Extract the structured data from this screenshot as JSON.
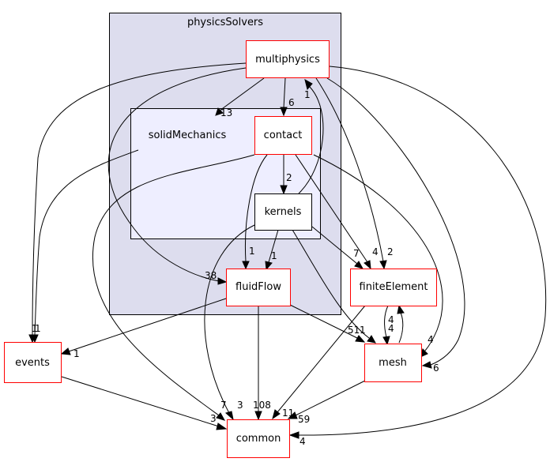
{
  "clusters": {
    "physics_solvers": {
      "label": "physicsSolvers"
    },
    "solid_mechanics": {
      "label": "solidMechanics"
    }
  },
  "nodes": {
    "multiphysics": "multiphysics",
    "contact": "contact",
    "kernels": "kernels",
    "fluid_flow": "fluidFlow",
    "finite_element": "finiteElement",
    "events": "events",
    "mesh": "mesh",
    "common": "common"
  },
  "edge_labels": {
    "multiphysics_to_solid": "13",
    "multiphysics_to_contact": "6",
    "kernels_to_multiphysics": "1",
    "contact_to_kernels": "2",
    "to_fluid_flow_38": "38",
    "contact_to_fluid_flow": "1",
    "kernels_to_fluid_flow": "1",
    "to_finite_element_7": "7",
    "to_finite_element_4": "4",
    "multiphysics_to_finite_element": "2",
    "to_events_1a": "1",
    "to_events_1b": "1",
    "fluid_flow_to_events": "1",
    "to_mesh_51": "51",
    "to_mesh_1": "1",
    "finite_element_to_mesh": "4",
    "mesh_to_finite_element": "4",
    "to_mesh_4": "4",
    "to_mesh_6": "6",
    "to_common_7": "7",
    "to_common_3a": "3",
    "fluid_flow_to_common": "108",
    "to_common_11": "11",
    "mesh_to_common": "59",
    "events_to_common": "3",
    "multiphysics_to_common": "4"
  },
  "colors": {
    "outer_cluster_fill": "#ddddee",
    "inner_cluster_fill": "#eeeeff",
    "cluster_border": "#000000",
    "node_border_red": "#ff0000",
    "node_border_black": "#000000"
  }
}
